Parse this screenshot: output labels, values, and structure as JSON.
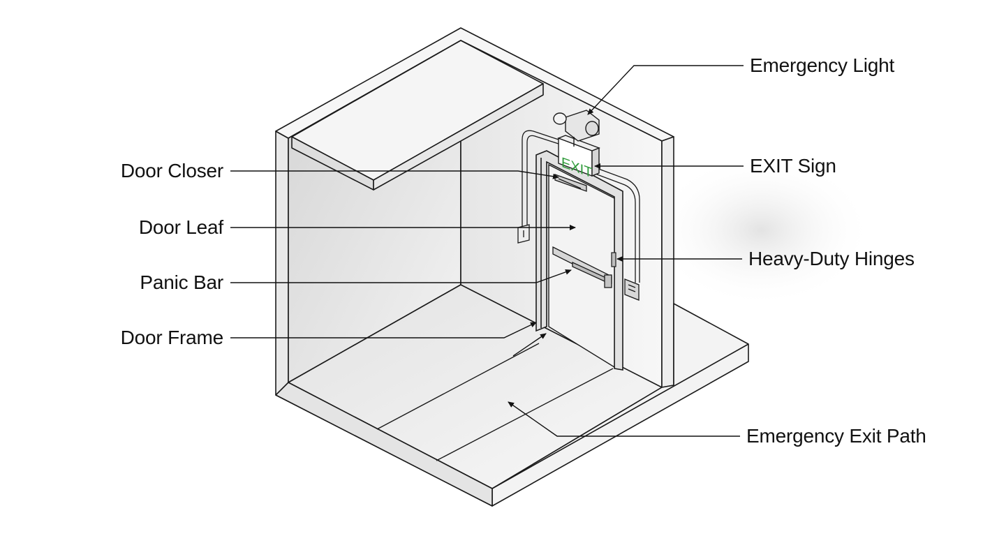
{
  "labels": {
    "emergency_light": "Emergency Light",
    "exit_sign": "EXIT Sign",
    "heavy_duty_hinges": "Heavy-Duty Hinges",
    "emergency_exit_path": "Emergency Exit Path",
    "door_closer": "Door Closer",
    "door_leaf": "Door Leaf",
    "panic_bar": "Panic Bar",
    "door_frame": "Door Frame"
  },
  "exit_sign_text": "EXIT",
  "colors": {
    "outline": "#1a1a1a",
    "wall_light": "#f4f4f4",
    "wall_shade": "#d9d9d9",
    "floor": "#f0f0f0",
    "exit_green": "#2f9a3a"
  }
}
